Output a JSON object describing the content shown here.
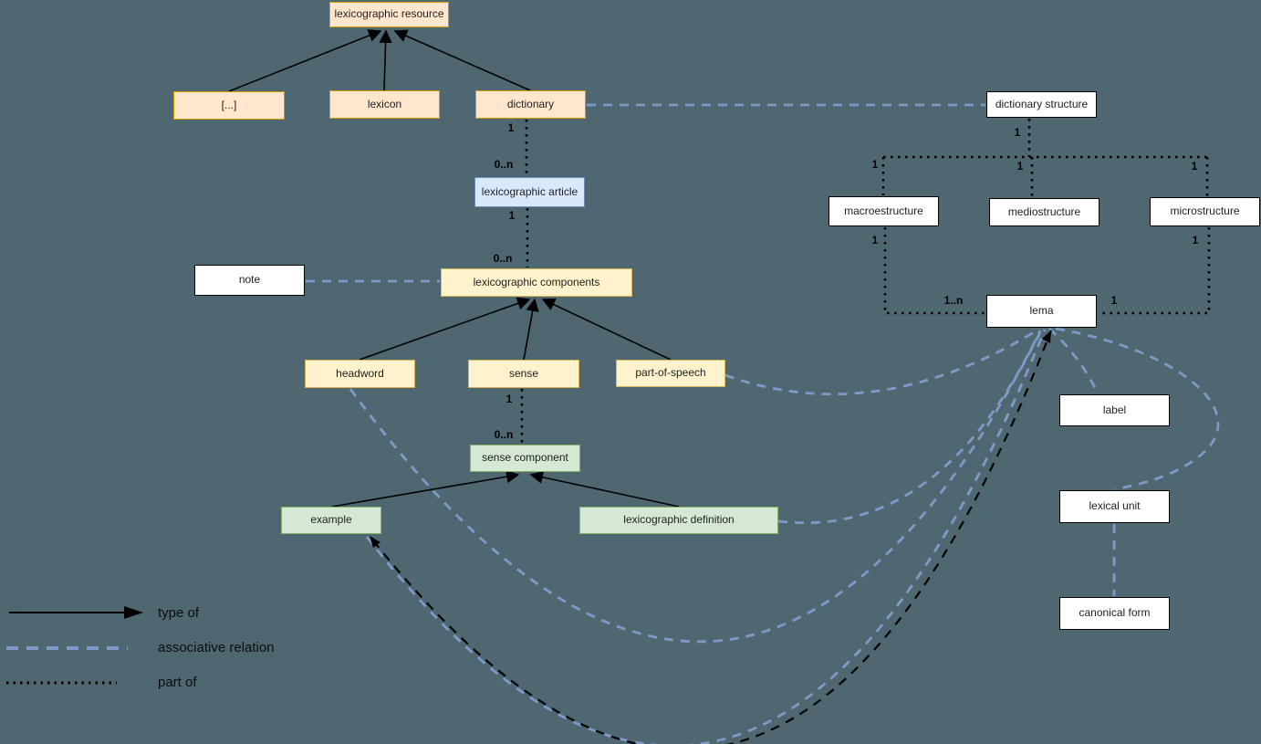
{
  "background_color": "#4E6770",
  "colors": {
    "orange_fill": "#FFE6CC",
    "orange_border": "#D79B00",
    "yellow_fill": "#FFF2CC",
    "yellow_border": "#D6B656",
    "blue_fill": "#DAE8FC",
    "blue_border": "#6C8EBF",
    "green_fill": "#D5E8D4",
    "green_border": "#82B366",
    "white_fill": "#FFFFFF",
    "white_border": "#000000",
    "associative_line": "#7E9AC8",
    "solid_line": "#000000"
  },
  "nodes": [
    {
      "id": "lexicographic-resource",
      "label": "lexicographic resource",
      "category": "orange"
    },
    {
      "id": "ellipsis",
      "label": "[...]",
      "category": "orange"
    },
    {
      "id": "lexicon",
      "label": "lexicon",
      "category": "orange"
    },
    {
      "id": "dictionary",
      "label": "dictionary",
      "category": "orange"
    },
    {
      "id": "dictionary-structure",
      "label": "dictionary structure",
      "category": "white"
    },
    {
      "id": "lexicographic-article",
      "label": "lexicographic article",
      "category": "blue"
    },
    {
      "id": "note",
      "label": "note",
      "category": "white"
    },
    {
      "id": "lexicographic-components",
      "label": "lexicographic components",
      "category": "yellow"
    },
    {
      "id": "macroestructure",
      "label": "macroestructure",
      "category": "white"
    },
    {
      "id": "mediostructure",
      "label": "mediostructure",
      "category": "white"
    },
    {
      "id": "microstructure",
      "label": "microstructure",
      "category": "white"
    },
    {
      "id": "lema",
      "label": "lema",
      "category": "white"
    },
    {
      "id": "headword",
      "label": "headword",
      "category": "yellow"
    },
    {
      "id": "sense",
      "label": "sense",
      "category": "yellow"
    },
    {
      "id": "part-of-speech",
      "label": "part-of-speech",
      "category": "yellow"
    },
    {
      "id": "sense-component",
      "label": "sense component",
      "category": "green"
    },
    {
      "id": "example",
      "label": "example",
      "category": "green"
    },
    {
      "id": "lexicographic-definition",
      "label": "lexicographic definition",
      "category": "green"
    },
    {
      "id": "label",
      "label": "label",
      "category": "white"
    },
    {
      "id": "lexical-unit",
      "label": "lexical unit",
      "category": "white"
    },
    {
      "id": "canonical-form",
      "label": "canonical form",
      "category": "white"
    }
  ],
  "edges": [
    {
      "from": "ellipsis",
      "to": "lexicographic-resource",
      "type": "type of"
    },
    {
      "from": "lexicon",
      "to": "lexicographic-resource",
      "type": "type of"
    },
    {
      "from": "dictionary",
      "to": "lexicographic-resource",
      "type": "type of"
    },
    {
      "from": "headword",
      "to": "lexicographic-components",
      "type": "type of"
    },
    {
      "from": "sense",
      "to": "lexicographic-components",
      "type": "type of"
    },
    {
      "from": "part-of-speech",
      "to": "lexicographic-components",
      "type": "type of"
    },
    {
      "from": "example",
      "to": "sense-component",
      "type": "type of"
    },
    {
      "from": "lexicographic-definition",
      "to": "sense-component",
      "type": "type of"
    },
    {
      "from": "dictionary",
      "to": "lexicographic-article",
      "type": "part of",
      "from_mult": "1",
      "to_mult": "0..n"
    },
    {
      "from": "lexicographic-article",
      "to": "lexicographic-components",
      "type": "part of",
      "from_mult": "1",
      "to_mult": "0..n"
    },
    {
      "from": "sense",
      "to": "sense-component",
      "type": "part of",
      "from_mult": "1",
      "to_mult": "0..n"
    },
    {
      "from": "dictionary-structure",
      "to": "macroestructure",
      "type": "part of",
      "from_mult": "1",
      "to_mult": "1"
    },
    {
      "from": "dictionary-structure",
      "to": "mediostructure",
      "type": "part of",
      "from_mult": "1",
      "to_mult": "1"
    },
    {
      "from": "dictionary-structure",
      "to": "microstructure",
      "type": "part of",
      "from_mult": "1",
      "to_mult": "1"
    },
    {
      "from": "macroestructure",
      "to": "lema",
      "type": "part of",
      "from_mult": "1",
      "to_mult": "1..n"
    },
    {
      "from": "microstructure",
      "to": "lema",
      "type": "part of",
      "from_mult": "1",
      "to_mult": "1"
    },
    {
      "from": "dictionary",
      "to": "dictionary-structure",
      "type": "associative relation"
    },
    {
      "from": "note",
      "to": "lexicographic-components",
      "type": "associative relation"
    },
    {
      "from": "part-of-speech",
      "to": "lema",
      "type": "associative relation"
    },
    {
      "from": "headword",
      "to": "lema",
      "type": "associative relation"
    },
    {
      "from": "example",
      "to": "lema",
      "type": "associative relation"
    },
    {
      "from": "example",
      "to": "lema",
      "type": "black dashed"
    },
    {
      "from": "lexicographic-definition",
      "to": "lema",
      "type": "associative relation"
    },
    {
      "from": "lema",
      "to": "label",
      "type": "associative relation"
    },
    {
      "from": "lema",
      "to": "lexical-unit",
      "type": "associative relation"
    },
    {
      "from": "lexical-unit",
      "to": "canonical-form",
      "type": "associative relation"
    }
  ],
  "multiplicities": [
    {
      "text": "1",
      "at": "dictionary-bottom"
    },
    {
      "text": "0..n",
      "at": "lexicographic-article-top"
    },
    {
      "text": "1",
      "at": "lexicographic-article-bottom"
    },
    {
      "text": "0..n",
      "at": "lexicographic-components-top"
    },
    {
      "text": "1",
      "at": "sense-bottom"
    },
    {
      "text": "0..n",
      "at": "sense-component-top"
    },
    {
      "text": "1",
      "at": "dictionary-structure-bottom"
    },
    {
      "text": "1",
      "at": "macroestructure-branch"
    },
    {
      "text": "1",
      "at": "mediostructure-branch"
    },
    {
      "text": "1",
      "at": "microstructure-branch"
    },
    {
      "text": "1",
      "at": "macroestructure-bottom"
    },
    {
      "text": "1",
      "at": "microstructure-bottom"
    },
    {
      "text": "1..n",
      "at": "lema-left"
    },
    {
      "text": "1",
      "at": "lema-right"
    }
  ],
  "legend": {
    "items": [
      {
        "label": "type of",
        "line_style": "solid-arrow",
        "color": "#000000"
      },
      {
        "label": "associative relation",
        "line_style": "dashed",
        "color": "#7E9AC8"
      },
      {
        "label": "part of",
        "line_style": "dotted",
        "color": "#000000"
      }
    ]
  }
}
